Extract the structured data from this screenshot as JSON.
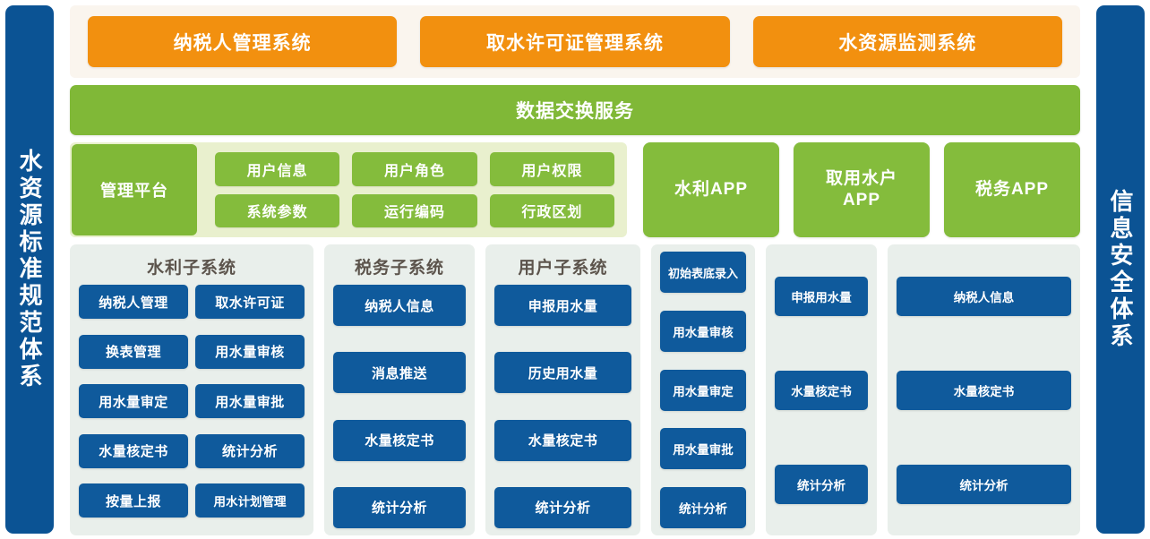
{
  "left_rail": {
    "label": "水资源标准规范体系"
  },
  "right_rail": {
    "label": "信息安全体系"
  },
  "external_systems": {
    "items": [
      {
        "label": "纳税人管理系统"
      },
      {
        "label": "取水许可证管理系统"
      },
      {
        "label": "水资源监测系统"
      }
    ]
  },
  "exchange_service": {
    "label": "数据交换服务"
  },
  "platform": {
    "main_label": "管理平台",
    "modules": [
      {
        "label": "用户信息"
      },
      {
        "label": "用户角色"
      },
      {
        "label": "用户权限"
      },
      {
        "label": "系统参数"
      },
      {
        "label": "运行编码"
      },
      {
        "label": "行政区划"
      }
    ]
  },
  "apps": [
    {
      "label": "水利APP"
    },
    {
      "label": "取用水户\nAPP"
    },
    {
      "label": "税务APP"
    }
  ],
  "subsystems": [
    {
      "title": "水利子系统",
      "layout": "grid2",
      "items": [
        {
          "label": "纳税人管理"
        },
        {
          "label": "取水许可证"
        },
        {
          "label": "换表管理"
        },
        {
          "label": "用水量审核"
        },
        {
          "label": "用水量审定"
        },
        {
          "label": "用水量审批"
        },
        {
          "label": "水量核定书"
        },
        {
          "label": "统计分析"
        },
        {
          "label": "按量上报"
        },
        {
          "label": "用水计划管理"
        }
      ]
    },
    {
      "title": "税务子系统",
      "layout": "stack",
      "items": [
        {
          "label": "纳税人信息"
        },
        {
          "label": "消息推送"
        },
        {
          "label": "水量核定书"
        },
        {
          "label": "统计分析"
        }
      ]
    },
    {
      "title": "用户子系统",
      "layout": "stack",
      "items": [
        {
          "label": "申报用水量"
        },
        {
          "label": "历史用水量"
        },
        {
          "label": "水量核定书"
        },
        {
          "label": "统计分析"
        }
      ]
    },
    {
      "title": "",
      "layout": "stack",
      "items": [
        {
          "label": "初始表底录入"
        },
        {
          "label": "用水量审核"
        },
        {
          "label": "用水量审定"
        },
        {
          "label": "用水量审批"
        },
        {
          "label": "统计分析"
        }
      ]
    },
    {
      "title": "",
      "layout": "stack-wide",
      "items": [
        {
          "label": "申报用水量"
        },
        {
          "label": "水量核定书"
        },
        {
          "label": "统计分析"
        }
      ]
    },
    {
      "title": "",
      "layout": "stack-wide",
      "items": [
        {
          "label": "纳税人信息"
        },
        {
          "label": "水量核定书"
        },
        {
          "label": "统计分析"
        }
      ]
    }
  ],
  "colors": {
    "rail_blue": "#0B5394",
    "orange": "#F2900F",
    "green": "#84BC3C",
    "green_dark": "#80B837",
    "pale_green": "#E9F0CE",
    "cream": "#FAF5EE",
    "panel_gray": "#E9EFEB",
    "chip_blue": "#0F5A9C",
    "title_gray": "#5C544C"
  }
}
